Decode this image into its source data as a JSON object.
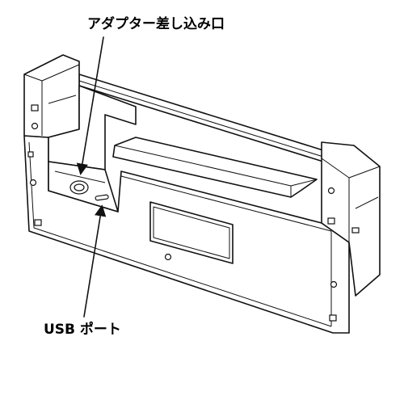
{
  "callouts": {
    "adapter_port": "アダプター差し込み口",
    "usb_port": "USB ポート"
  },
  "icons": {
    "device": "device-housing-illustration",
    "arrow": "callout-arrow"
  },
  "colors": {
    "line": "#111111",
    "background": "#ffffff"
  }
}
